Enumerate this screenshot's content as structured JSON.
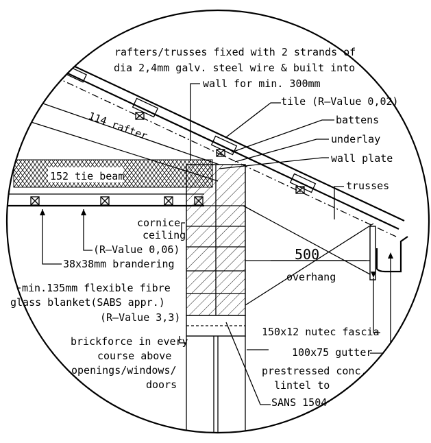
{
  "labels": {
    "wire_fixing_1": "rafters/trusses fixed with 2 strands of",
    "wire_fixing_2": "dia 2,4mm galv. steel wire & built into",
    "wire_fixing_3": "wall for min. 300mm",
    "tile": "tile (R–Value 0,02)",
    "battens": "battens",
    "underlay": "underlay",
    "wall_plate": "wall plate",
    "trusses": "trusses",
    "rafter": "114 rafter",
    "tie_beam": "152 tie beam",
    "cornice": "cornice",
    "ceiling": "ceiling",
    "ceiling_rvalue": "(R–Value 0,06)",
    "brandering": "38x38mm brandering",
    "blanket_1": "min.135mm flexible fibre",
    "blanket_2": "glass blanket(SABS appr.)",
    "blanket_3": "(R–Value 3,3)",
    "brickforce_1": "brickforce in every",
    "brickforce_2": "course above",
    "brickforce_3": "openings/windows/",
    "brickforce_4": "doors",
    "overhang_dim": "500",
    "overhang": "overhang",
    "fascia": "150x12 nutec fascia",
    "gutter": "100x75 gutter",
    "lintel_1": "prestressed conc.",
    "lintel_2": "lintel to",
    "lintel_3": "SANS 1504"
  }
}
